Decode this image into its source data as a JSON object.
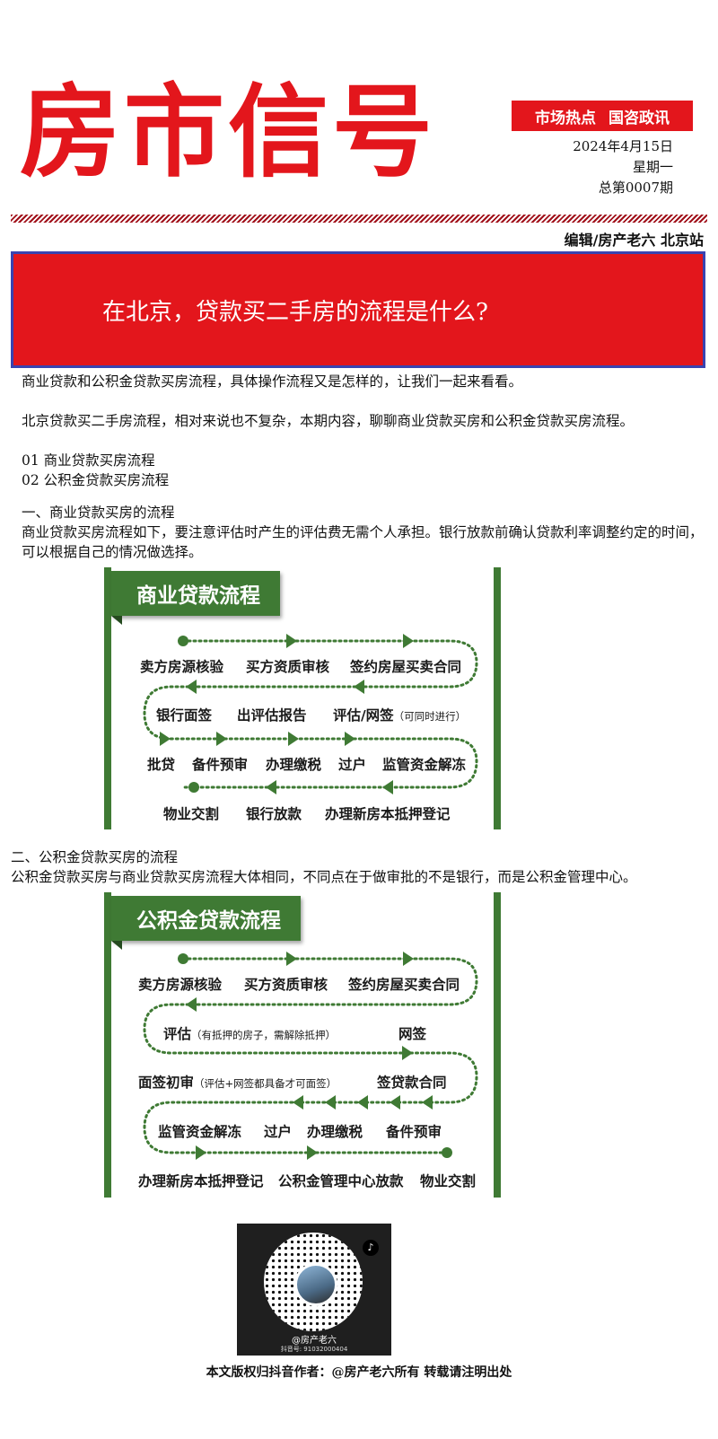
{
  "masthead": {
    "title": "房市信号",
    "tags": [
      "市场热点",
      "国咨政讯"
    ],
    "date": "2024年4月15日",
    "weekday": "星期一",
    "issue": "总第0007期",
    "editor": "编辑/房产老六 北京站"
  },
  "banner": {
    "headline": "在北京，贷款买二手房的流程是什么?"
  },
  "intro": {
    "p1": "商业贷款和公积金贷款买房流程，具体操作流程又是怎样的，让我们一起来看看。",
    "p2": "北京贷款买二手房流程，相对来说也不复杂，本期内容，聊聊商业贷款买房和公积金贷款买房流程。",
    "toc": [
      "01  商业贷款买房流程",
      "02  公积金贷款买房流程"
    ]
  },
  "section1": {
    "heading": "一、商业贷款买房的流程",
    "text": "商业贷款买房流程如下，要注意评估时产生的评估费无需个人承担。银行放款前确认贷款利率调整约定的时间，可以根据自己的情况做选择。"
  },
  "flow1": {
    "title": "商业贷款流程",
    "rows": [
      [
        "卖方房源核验",
        "买方资质审核",
        "签约房屋买卖合同"
      ],
      [
        "银行面签",
        "出评估报告",
        "评估/网签"
      ],
      [
        "批贷",
        "备件预审",
        "办理缴税",
        "过户",
        "监管资金解冻"
      ],
      [
        "物业交割",
        "银行放款",
        "办理新房本抵押登记"
      ]
    ],
    "note": "（可同时进行）"
  },
  "section2": {
    "heading": "二、公积金贷款买房的流程",
    "text": "公积金贷款买房与商业贷款买房流程大体相同，不同点在于做审批的不是银行，而是公积金管理中心。"
  },
  "flow2": {
    "title": "公积金贷款流程",
    "rows": [
      [
        "卖方房源核验",
        "买方资质审核",
        "签约房屋买卖合同"
      ],
      [
        "评估",
        "网签"
      ],
      [
        "面签初审",
        "签贷款合同"
      ],
      [
        "监管资金解冻",
        "过户",
        "办理缴税",
        "备件预审"
      ],
      [
        "办理新房本抵押登记",
        "公积金管理中心放款",
        "物业交割"
      ]
    ],
    "note_eval": "（有抵押的房子，需解除抵押）",
    "note_sign": "（评估+网签都具备才可面签）"
  },
  "qr": {
    "name": "@房产老六",
    "id": "抖音号: 91032000404"
  },
  "footer": "本文版权归抖音作者：@房产老六所有  转载请注明出处",
  "colors": {
    "red": "#e3161c",
    "green": "#3f7a34",
    "banner_border": "#3a43b0"
  }
}
